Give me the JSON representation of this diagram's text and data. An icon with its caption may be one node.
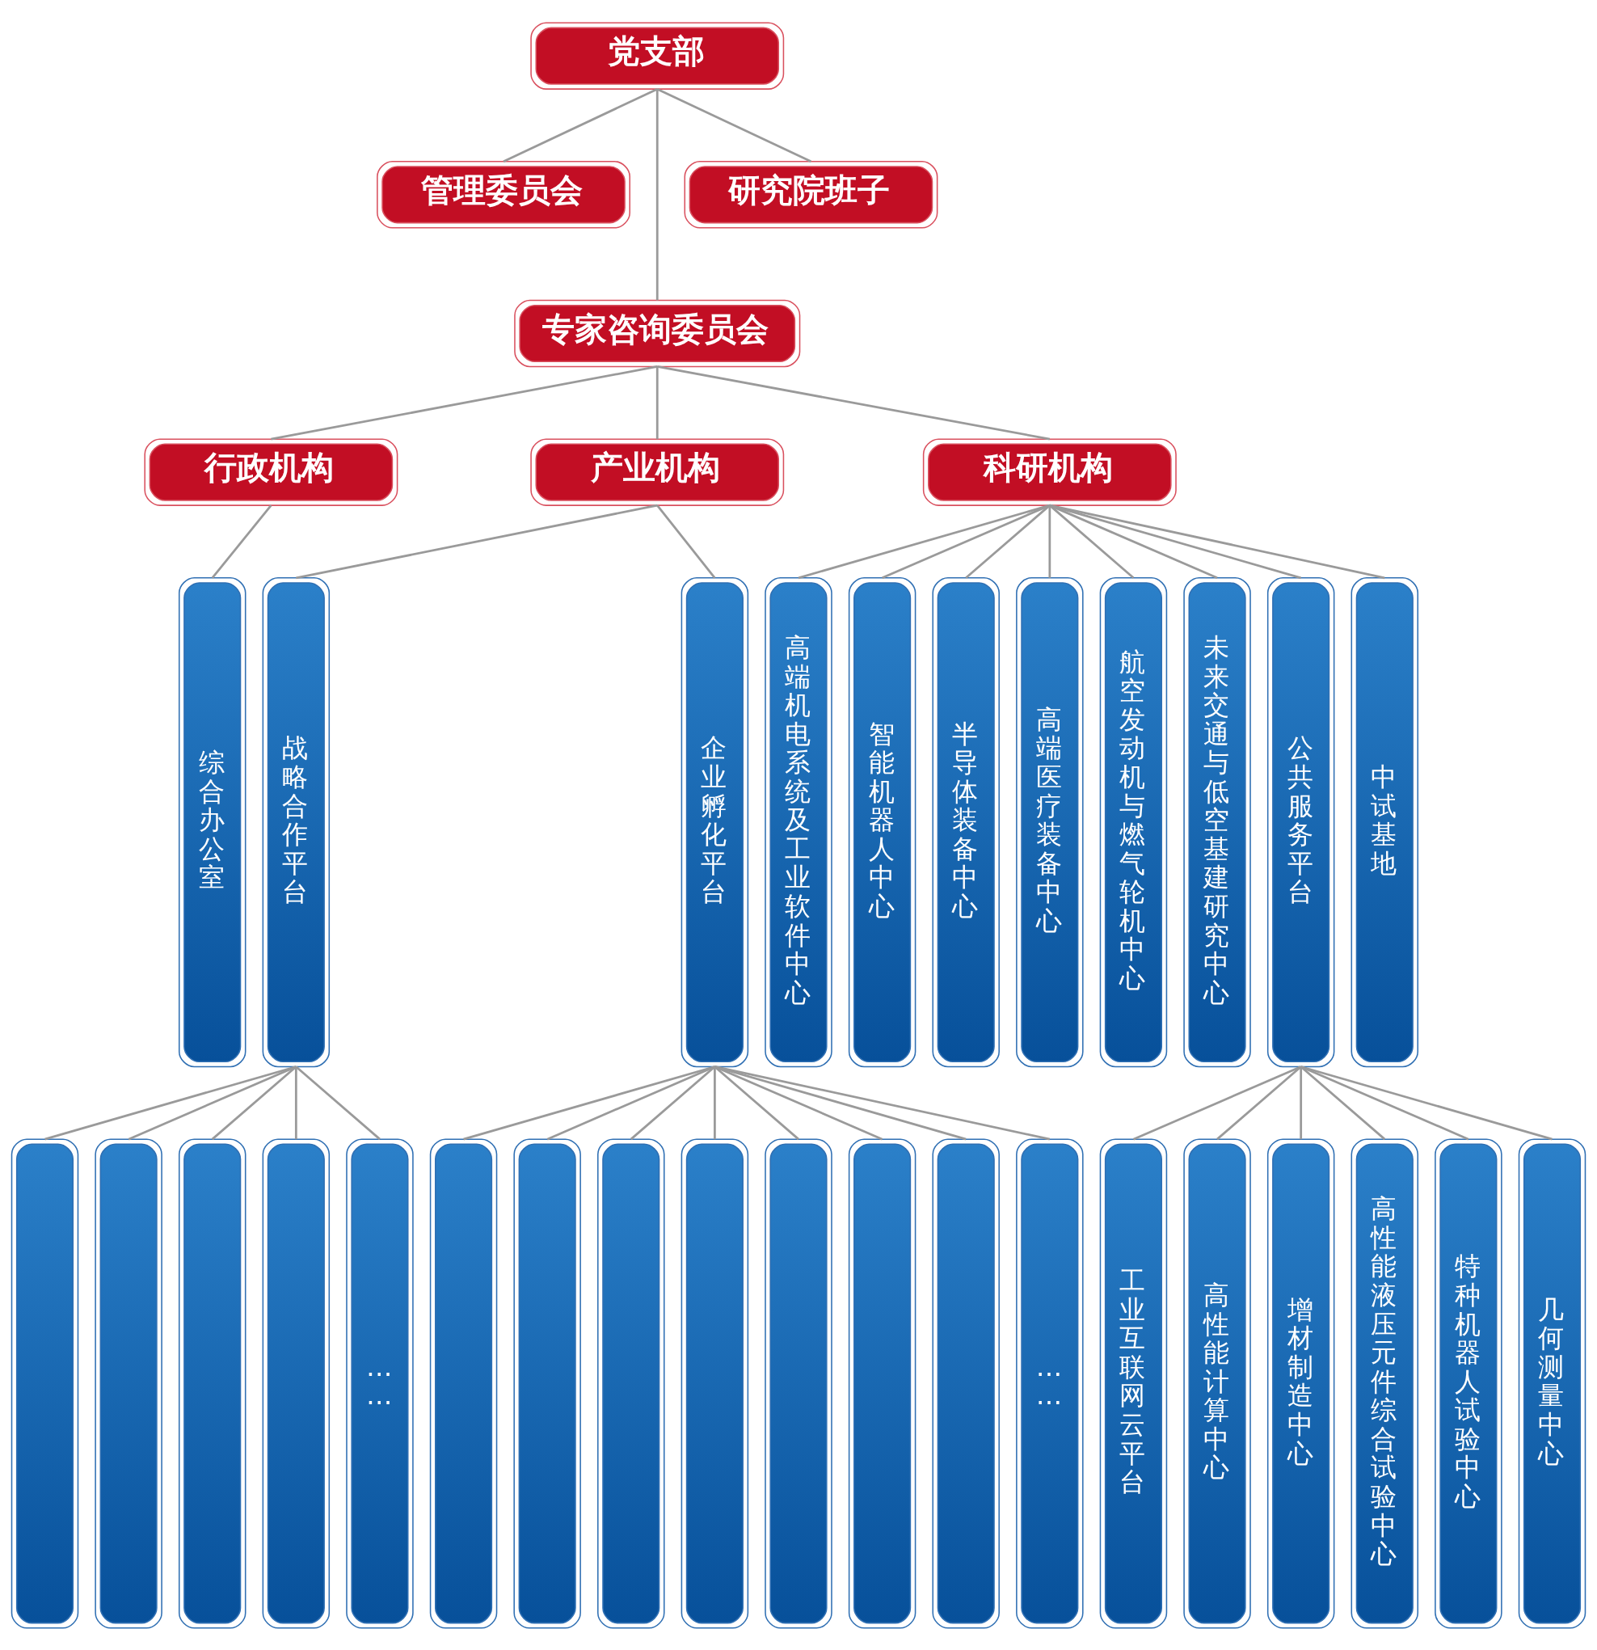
{
  "diagram": {
    "nodes": [
      {
        "text": [
          "党支部"
        ]
      },
      {
        "text": [
          "管理委员会"
        ]
      },
      {
        "text": [
          "研究院班子"
        ]
      },
      {
        "text": [
          "专家咨询委员会"
        ]
      },
      {
        "text": [
          "行政机构"
        ]
      },
      {
        "text": [
          "产业机构"
        ]
      },
      {
        "text": [
          "科研机构"
        ]
      },
      {
        "text": [
          "综合办公室"
        ]
      },
      {
        "text": [
          "战略合作平台"
        ]
      },
      {
        "text": [
          "企业孵化平台"
        ]
      },
      {
        "text": [
          "高端机电系统及工业软件中心"
        ]
      },
      {
        "text": [
          "智能机器人中心"
        ]
      },
      {
        "text": [
          "半导体装备中心"
        ]
      },
      {
        "text": [
          "高端医疗装备中心"
        ]
      },
      {
        "text": [
          "航空发动机与燃气轮机中心"
        ]
      },
      {
        "text": [
          "未来交通与低空基建研究中心"
        ]
      },
      {
        "text": [
          "公共服务平台"
        ]
      },
      {
        "text": [
          "中试基地"
        ]
      },
      {
        "text": [],
        "shape": "bar"
      },
      {
        "text": [],
        "shape": "bar"
      },
      {
        "text": [],
        "shape": "bar"
      },
      {
        "text": [],
        "shape": "bar"
      },
      {
        "text": [
          "……"
        ]
      },
      {
        "text": [],
        "shape": "bar"
      },
      {
        "text": [],
        "shape": "bar"
      },
      {
        "text": [],
        "shape": "bar"
      },
      {
        "text": [],
        "shape": "bar"
      },
      {
        "text": [],
        "shape": "bar"
      },
      {
        "text": [],
        "shape": "bar"
      },
      {
        "text": [],
        "shape": "bar"
      },
      {
        "text": [
          "……"
        ]
      },
      {
        "text": [
          "工业互联网云平台"
        ]
      },
      {
        "text": [
          "高性能计算中心"
        ]
      },
      {
        "text": [
          "增材制造中心"
        ]
      },
      {
        "text": [
          "高性能液压元件综合试验中心"
        ]
      },
      {
        "text": [
          "特种机器人试验中心"
        ]
      },
      {
        "text": [
          "几何测量中心"
        ]
      }
    ],
    "edges": [
      {
        "from": 0,
        "to": 1,
        "arrow": "none"
      },
      {
        "from": 0,
        "to": 3,
        "arrow": "none"
      },
      {
        "from": 0,
        "to": 2,
        "arrow": "none"
      },
      {
        "from": 3,
        "to": 4,
        "arrow": "none"
      },
      {
        "from": 3,
        "to": 5,
        "arrow": "none"
      },
      {
        "from": 3,
        "to": 6,
        "arrow": "none"
      },
      {
        "from": 4,
        "to": 7,
        "arrow": "none"
      },
      {
        "from": 5,
        "to": 8,
        "arrow": "none"
      },
      {
        "from": 5,
        "to": 9,
        "arrow": "none"
      },
      {
        "from": 6,
        "to": 10,
        "arrow": "none"
      },
      {
        "from": 6,
        "to": 11,
        "arrow": "none"
      },
      {
        "from": 6,
        "to": 12,
        "arrow": "none"
      },
      {
        "from": 6,
        "to": 13,
        "arrow": "none"
      },
      {
        "from": 6,
        "to": 14,
        "arrow": "none"
      },
      {
        "from": 6,
        "to": 15,
        "arrow": "none"
      },
      {
        "from": 6,
        "to": 16,
        "arrow": "none"
      },
      {
        "from": 6,
        "to": 17,
        "arrow": "none"
      },
      {
        "from": 8,
        "to": 18,
        "arrow": "none"
      },
      {
        "from": 8,
        "to": 19,
        "arrow": "none"
      },
      {
        "from": 8,
        "to": 20,
        "arrow": "none"
      },
      {
        "from": 8,
        "to": 21,
        "arrow": "none"
      },
      {
        "from": 8,
        "to": 22,
        "arrow": "none"
      },
      {
        "from": 9,
        "to": 23,
        "arrow": "none"
      },
      {
        "from": 9,
        "to": 24,
        "arrow": "none"
      },
      {
        "from": 9,
        "to": 25,
        "arrow": "none"
      },
      {
        "from": 9,
        "to": 26,
        "arrow": "none"
      },
      {
        "from": 9,
        "to": 27,
        "arrow": "none"
      },
      {
        "from": 9,
        "to": 28,
        "arrow": "none"
      },
      {
        "from": 9,
        "to": 29,
        "arrow": "none"
      },
      {
        "from": 9,
        "to": 30,
        "arrow": "none"
      },
      {
        "from": 16,
        "to": 31,
        "arrow": "none"
      },
      {
        "from": 16,
        "to": 32,
        "arrow": "none"
      },
      {
        "from": 16,
        "to": 33,
        "arrow": "none"
      },
      {
        "from": 16,
        "to": 34,
        "arrow": "none"
      },
      {
        "from": 16,
        "to": 35,
        "arrow": "none"
      },
      {
        "from": 16,
        "to": 36,
        "arrow": "none"
      }
    ]
  }
}
